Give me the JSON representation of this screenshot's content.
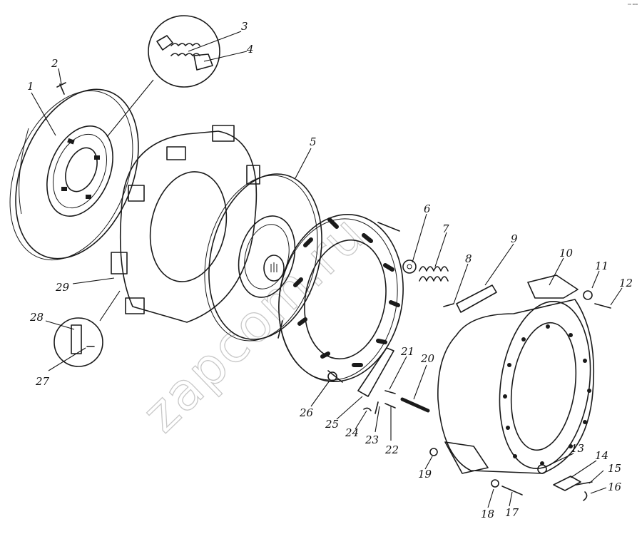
{
  "watermark": "zapcom.ru",
  "corner_mark": "ᶜᵒ ᵒᵒᵒ",
  "callouts": [
    "1",
    "2",
    "3",
    "4",
    "5",
    "6",
    "7",
    "8",
    "9",
    "10",
    "11",
    "12",
    "13",
    "14",
    "15",
    "16",
    "17",
    "18",
    "19",
    "20",
    "21",
    "22",
    "23",
    "24",
    "25",
    "26",
    "27",
    "28",
    "29"
  ]
}
